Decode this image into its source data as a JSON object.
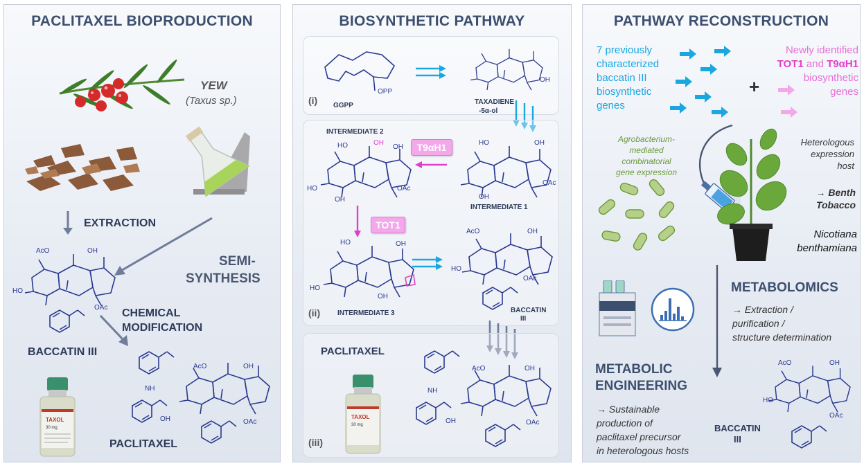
{
  "panel1": {
    "title": "PACLITAXEL BIOPRODUCTION",
    "yew": "YEW",
    "taxus": "(Taxus sp.)",
    "extraction": "EXTRACTION",
    "semi1": "SEMI-",
    "semi2": "SYNTHESIS",
    "chem1": "CHEMICAL",
    "chem2": "MODIFICATION",
    "baccatin": "BACCATIN III",
    "paclitaxel": "PACLITAXEL",
    "vial_brand": "TAXOL",
    "vial_dose": "30 mg"
  },
  "panel2": {
    "title": "BIOSYNTHETIC PATHWAY",
    "ggpp": "GGPP",
    "opp": "OPP",
    "taxadiene1": "TAXADIENE",
    "taxadiene2": "-5α-ol",
    "step_i": "(i)",
    "step_ii": "(ii)",
    "step_iii": "(iii)",
    "int2": "INTERMEDIATE 2",
    "int1": "INTERMEDIATE 1",
    "int3": "INTERMEDIATE 3",
    "enzyme1": "T9αH1",
    "enzyme2": "TOT1",
    "baccatin1": "BACCATIN",
    "baccatin2": "III",
    "paclitaxel": "PACLITAXEL"
  },
  "panel3": {
    "title": "PATHWAY RECONSTRUCTION",
    "genes_known": [
      "7 previously",
      "characterized",
      "baccatin III",
      "biosynthetic",
      "genes"
    ],
    "plus": "+",
    "genes_new_1": "Newly identified",
    "genes_new_tot1": "TOT1",
    "genes_new_and": " and ",
    "genes_new_t9": "T9αH1",
    "genes_new_3": "biosynthetic",
    "genes_new_4": "genes",
    "agro": [
      "Agrobacterium-",
      "mediated",
      "combinatorial",
      "gene expression"
    ],
    "host": [
      "Heterologous",
      "expression",
      "host"
    ],
    "benth1": "→ Benth",
    "benth2": "Tobacco",
    "nico1": "Nicotiana",
    "nico2": "benthamiana",
    "metabolomics": "METABOLOMICS",
    "metab_steps": [
      "→ Extraction /",
      "purification /",
      "structure determination"
    ],
    "engineering1": "METABOLIC",
    "engineering2": "ENGINEERING",
    "sustain": [
      "→ Sustainable",
      "production of",
      "paclitaxel precursor",
      "in heterologous hosts"
    ],
    "baccatin1": "BACCATIN",
    "baccatin2": "III"
  },
  "colors": {
    "cyan": "#1aa7e0",
    "magenta": "#e040c8",
    "navy": "#2b3a8f",
    "green": "#6a9a3a"
  }
}
